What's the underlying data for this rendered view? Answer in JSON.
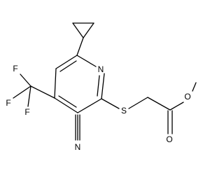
{
  "molecule": {
    "atoms": {
      "n_ring": "N",
      "sulfur": "S",
      "ester_o_single": "O",
      "ester_o_double": "O",
      "nitrile_n": "N",
      "f_top": "F",
      "f_left": "F",
      "f_bottom": "F"
    },
    "colors": {
      "bond": "#000000",
      "label": "#000000",
      "background": "#ffffff"
    }
  }
}
